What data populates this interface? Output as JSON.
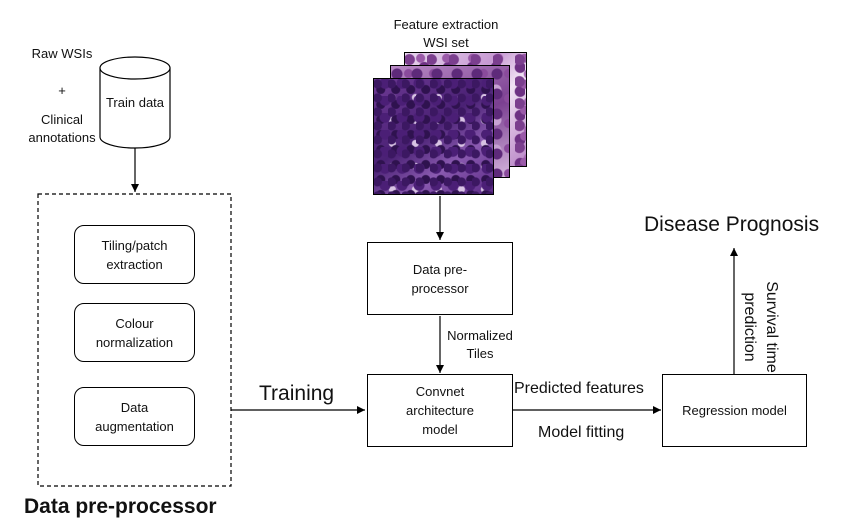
{
  "db": {
    "raw_label": "Raw WSIs",
    "plus": "+",
    "clinical_label": "Clinical\nannotations",
    "train_label": "Train data"
  },
  "preproc_group": {
    "title": "Data pre-processor",
    "steps": [
      "Tiling/patch\nextraction",
      "Colour\nnormalization",
      "Data\naugmentation"
    ]
  },
  "wsi": {
    "label": "Feature extraction\nWSI set"
  },
  "pipeline": {
    "data_preprocessor": "Data pre-\nprocessor",
    "normalized_tiles": "Normalized\nTiles",
    "convnet": "Convnet\narchitecture\nmodel",
    "training": "Training",
    "predicted_features": "Predicted features",
    "model_fitting": "Model fitting",
    "regression": "Regression model",
    "survival": "Survival time\nprediction",
    "prognosis": "Disease Prognosis"
  },
  "colors": {
    "stroke": "#000000",
    "tile_dark": "#5b2a86",
    "tile_light": "#c9a9d6"
  }
}
